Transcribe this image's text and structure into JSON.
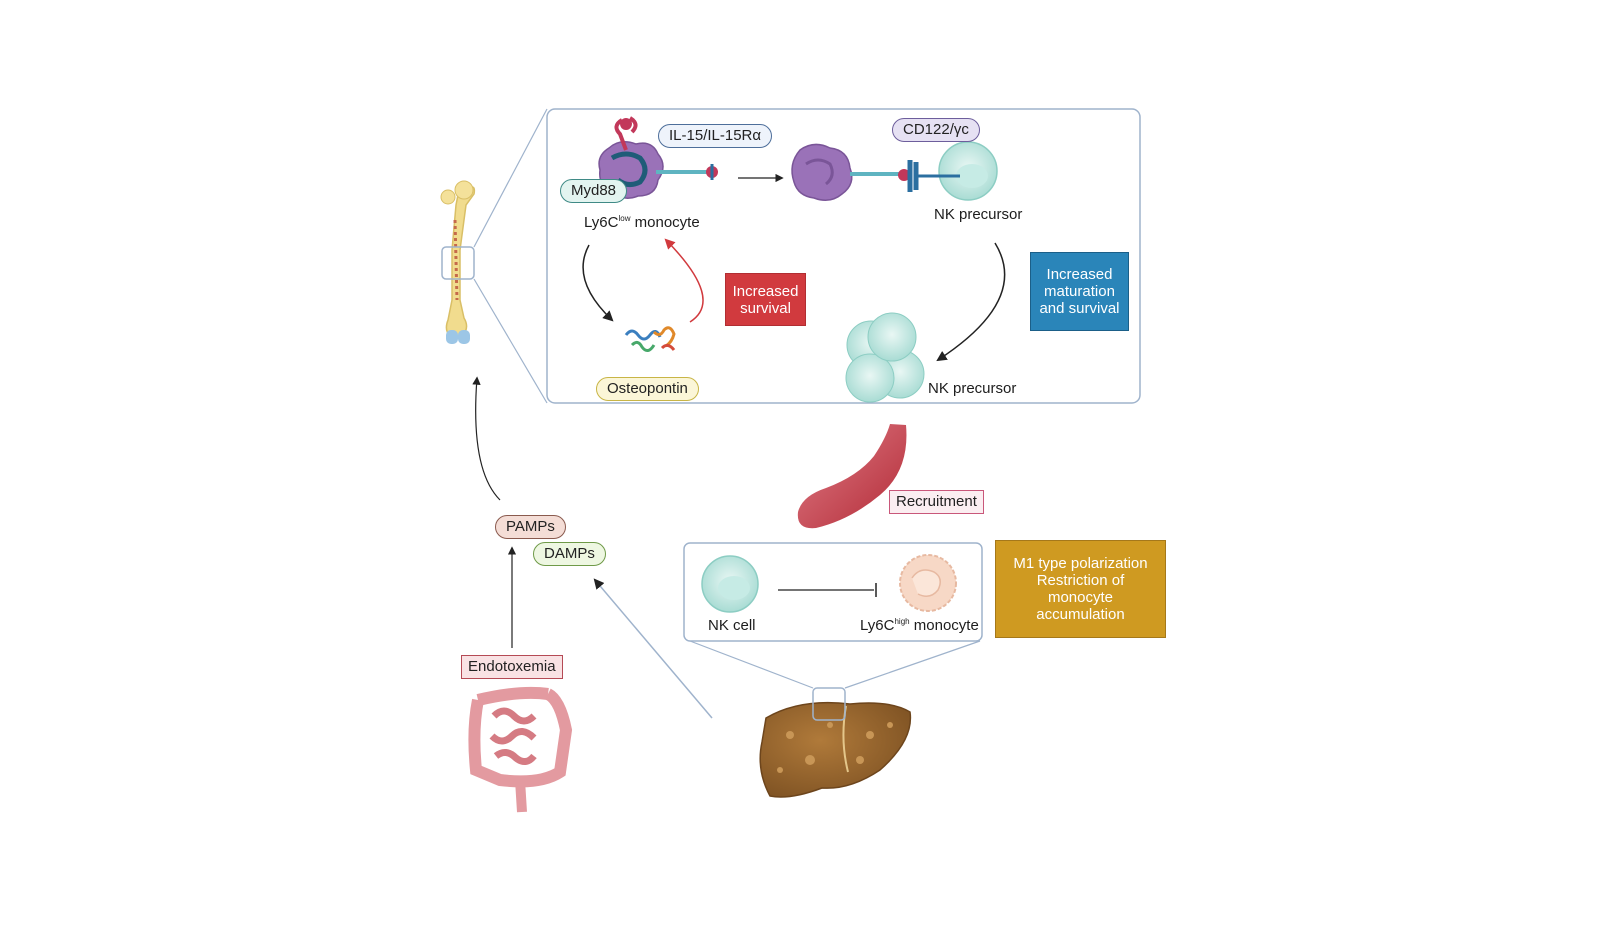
{
  "labels": {
    "il15": "IL-15/IL-15Rα",
    "cd122": "CD122/γc",
    "myd88": "Myd88",
    "ly6c_low_prefix": "Ly6C",
    "ly6c_low_sup": "low",
    "ly6c_low_suffix": " monocyte",
    "nk_precursor_top": "NK precursor",
    "nk_precursor_bottom": "NK precursor",
    "osteopontin": "Osteopontin",
    "recruitment": "Recruitment",
    "nk_cell": "NK cell",
    "ly6c_high_prefix": "Ly6C",
    "ly6c_high_sup": "high",
    "ly6c_high_suffix": " monocyte",
    "pamps": "PAMPs",
    "damps": "DAMPs",
    "endotoxemia": "Endotoxemia"
  },
  "boxes": {
    "increased_survival": [
      "Increased",
      "survival"
    ],
    "maturation": [
      "Increased",
      "maturation",
      "and survival"
    ],
    "m1": [
      "M1 type polarization",
      "Restriction of",
      "monocyte",
      "accumulation"
    ]
  },
  "colors": {
    "red_box": "#d13a3e",
    "blue_box": "#2a85b9",
    "gold_box": "#cf9a21",
    "panel_border": "#9fb3cc",
    "monocyte_purple": "#9a72b8",
    "nk_teal": "#bfe6e0",
    "liver_brown": "#9b6a2f",
    "intestine_pink": "#e39aa0",
    "vessel_red": "#c23a45"
  }
}
